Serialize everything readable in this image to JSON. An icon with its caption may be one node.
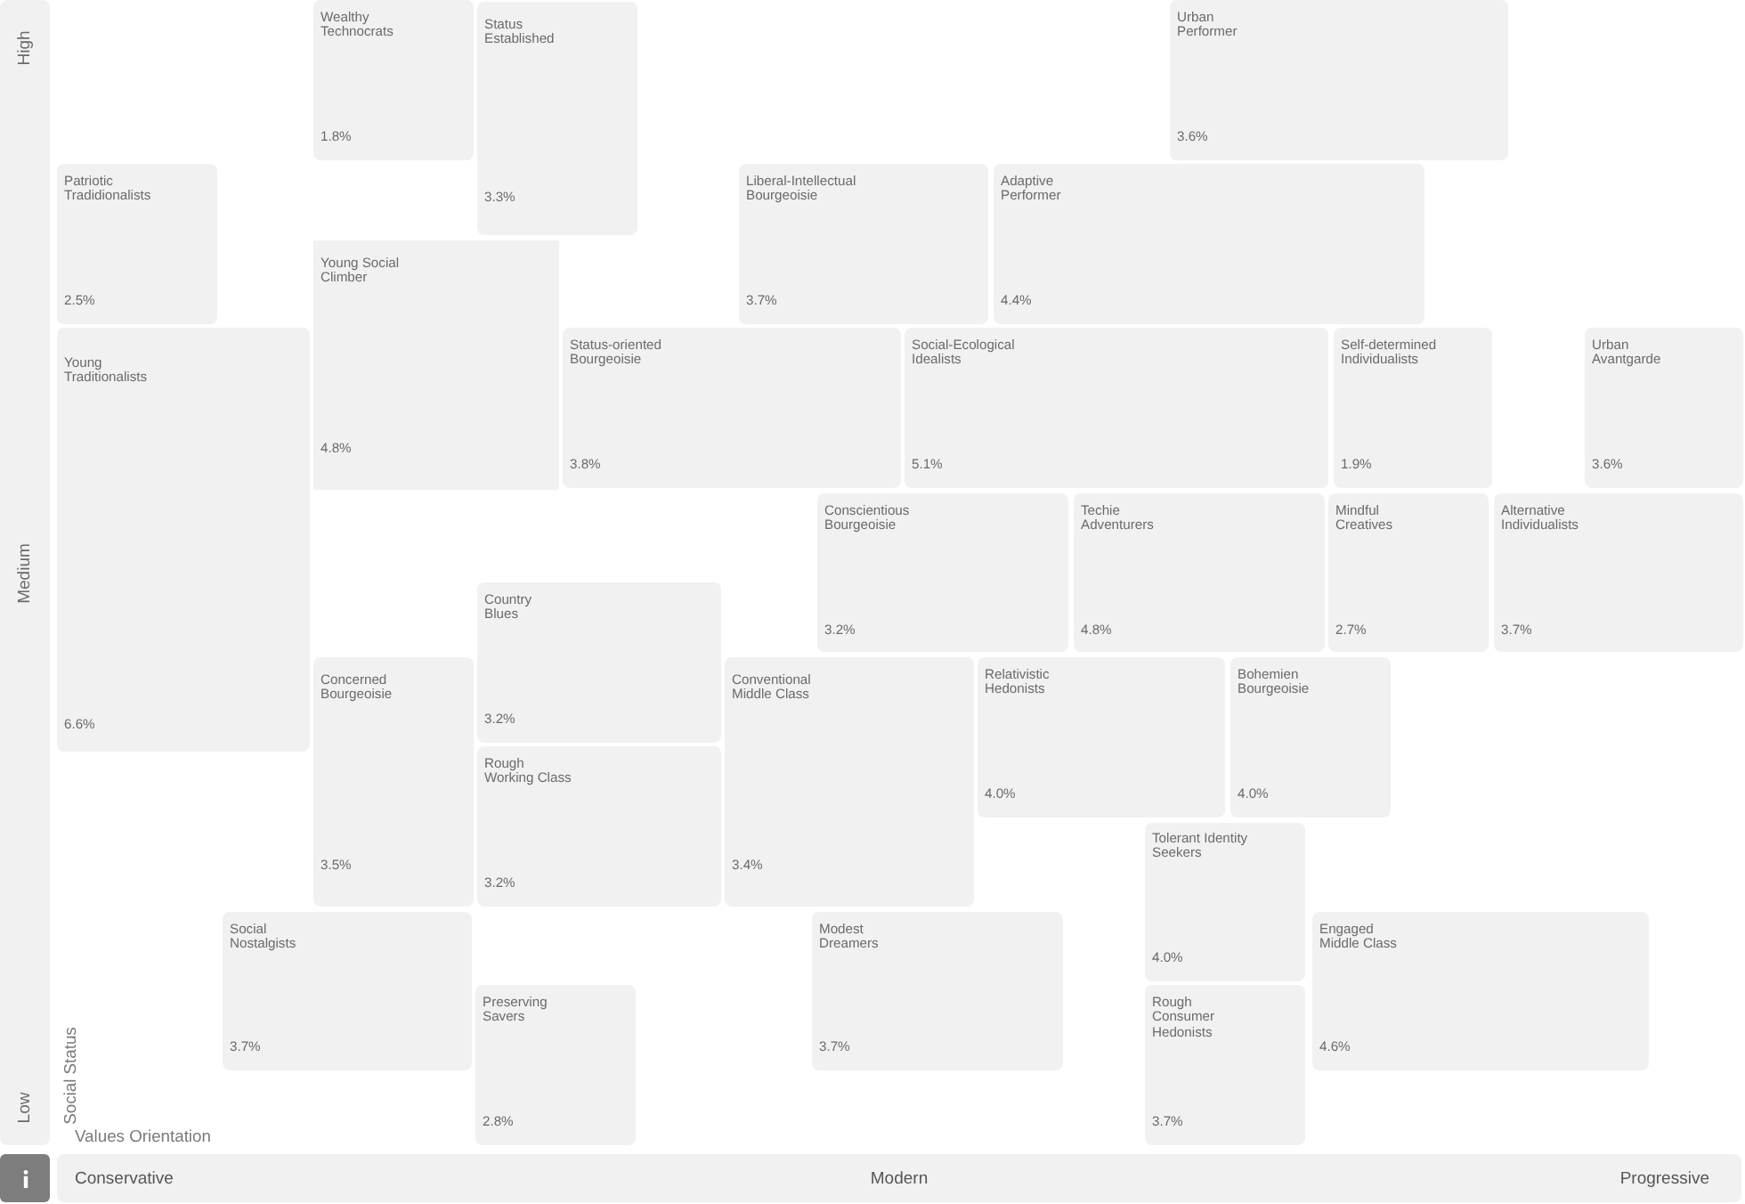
{
  "diagram": {
    "nodes": [
      {
        "text": [
          "High",
          "Medium",
          "Low"
        ]
      },
      {
        "text": [
          "Wealthy Technocrats",
          "1.8%"
        ]
      },
      {
        "text": [
          "Status Established",
          "3.3%"
        ]
      },
      {
        "text": [
          "Urban Performer",
          "3.6%"
        ]
      },
      {
        "text": [
          "Patriotic Tradidionalists",
          "2.5%"
        ]
      },
      {
        "text": [
          "Liberal-Intellectual Bourgeoisie",
          "3.7%"
        ]
      },
      {
        "text": [
          "Adaptive Performer",
          "4.4%"
        ]
      },
      {
        "text": [
          "Young Social Climber",
          "4.8%"
        ]
      },
      {
        "text": [
          "Young Traditionalists",
          "6.6%"
        ]
      },
      {
        "text": [
          "Status-oriented Bourgeoisie",
          "3.8%"
        ]
      },
      {
        "text": [
          "Social-Ecological Idealists",
          "5.1%"
        ]
      },
      {
        "text": [
          "Self-determined Individualists",
          "1.9%"
        ]
      },
      {
        "text": [
          "Urban Avantgarde",
          "3.6%"
        ]
      },
      {
        "text": [
          "Conscientious Bourgeoisie",
          "3.2%"
        ]
      },
      {
        "text": [
          "Techie Adventurers",
          "4.8%"
        ]
      },
      {
        "text": [
          "Mindful Creatives",
          "2.7%"
        ]
      },
      {
        "text": [
          "Alternative Individualists",
          "3.7%"
        ]
      },
      {
        "text": [
          "Country Blues",
          "3.2%"
        ]
      },
      {
        "text": [
          "Concerned Bourgeoisie",
          "3.5%"
        ]
      },
      {
        "text": [
          "Conventional Middle Class",
          "3.4%"
        ]
      },
      {
        "text": [
          "Relativistic Hedonists",
          "4.0%"
        ]
      },
      {
        "text": [
          "Bohemien Bourgeoisie",
          "4.0%"
        ]
      },
      {
        "text": [
          "Rough Working Class",
          "3.2%"
        ]
      },
      {
        "text": [
          "Tolerant Identity Seekers",
          "4.0%"
        ]
      },
      {
        "text": [
          "Social Nostalgists",
          "3.7%"
        ]
      },
      {
        "text": [
          "Modest Dreamers",
          "3.7%"
        ]
      },
      {
        "text": [
          "Engaged Middle Class",
          "4.6%"
        ]
      },
      {
        "text": [
          "Preserving Savers",
          "2.8%"
        ]
      },
      {
        "text": [
          "Rough Consumer Hedonists",
          "3.7%"
        ]
      },
      {
        "text": [
          "Conservative",
          "Modern",
          "Progressive"
        ]
      }
    ],
    "labels": [
      "Social Status",
      "Values Orientation"
    ]
  }
}
